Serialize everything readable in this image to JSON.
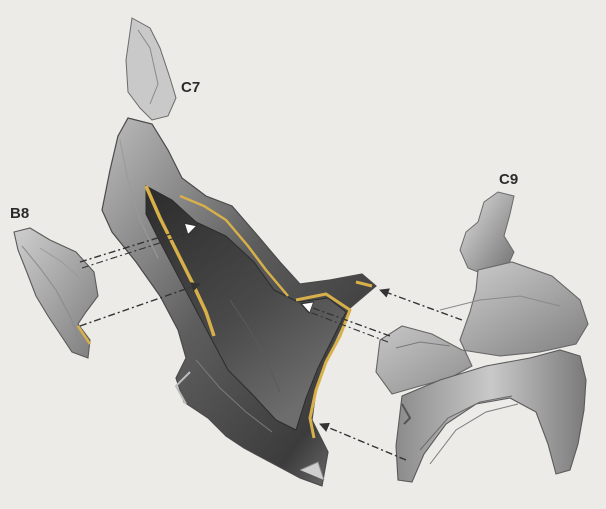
{
  "labels": {
    "c7": "C7",
    "c9": "C9",
    "b8": "B8"
  },
  "colors": {
    "background": "#edebe7",
    "surface_light": "#d9d9d9",
    "surface_mid": "#9a9a9a",
    "surface_dark": "#3a3a3a",
    "highlight_edge": "#d8b04a",
    "arrow": "#333333",
    "label_text": "#2b2b2b"
  }
}
